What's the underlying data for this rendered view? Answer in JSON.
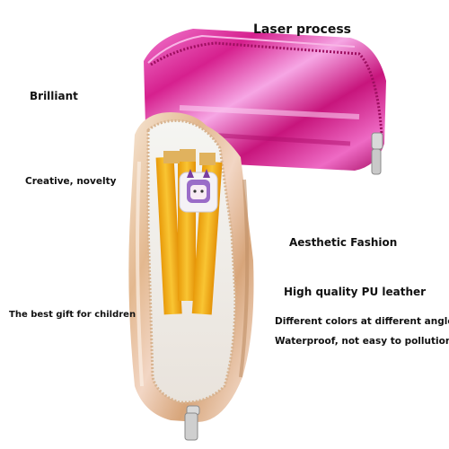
{
  "labels": {
    "laser_process": "Laser process",
    "brilliant": "Brilliant",
    "creative": "Creative, novelty",
    "aesthetic": "Aesthetic Fashion",
    "high_quality": "High quality PU leather",
    "best_gift": "The best gift for children",
    "different_colors": "Different colors at different angles",
    "waterproof": "Waterproof, not easy to pollution"
  },
  "colors": {
    "pink_case": "#e0349a",
    "gold_case": "#e8c7a6",
    "pencil": "#f3b41a",
    "background": "#ffffff"
  },
  "image": {
    "subject": "holographic-pencil-cases",
    "items": [
      "pink-pencil-case",
      "gold-pencil-case-open",
      "yellow-pencils",
      "unicorn-eraser"
    ]
  }
}
